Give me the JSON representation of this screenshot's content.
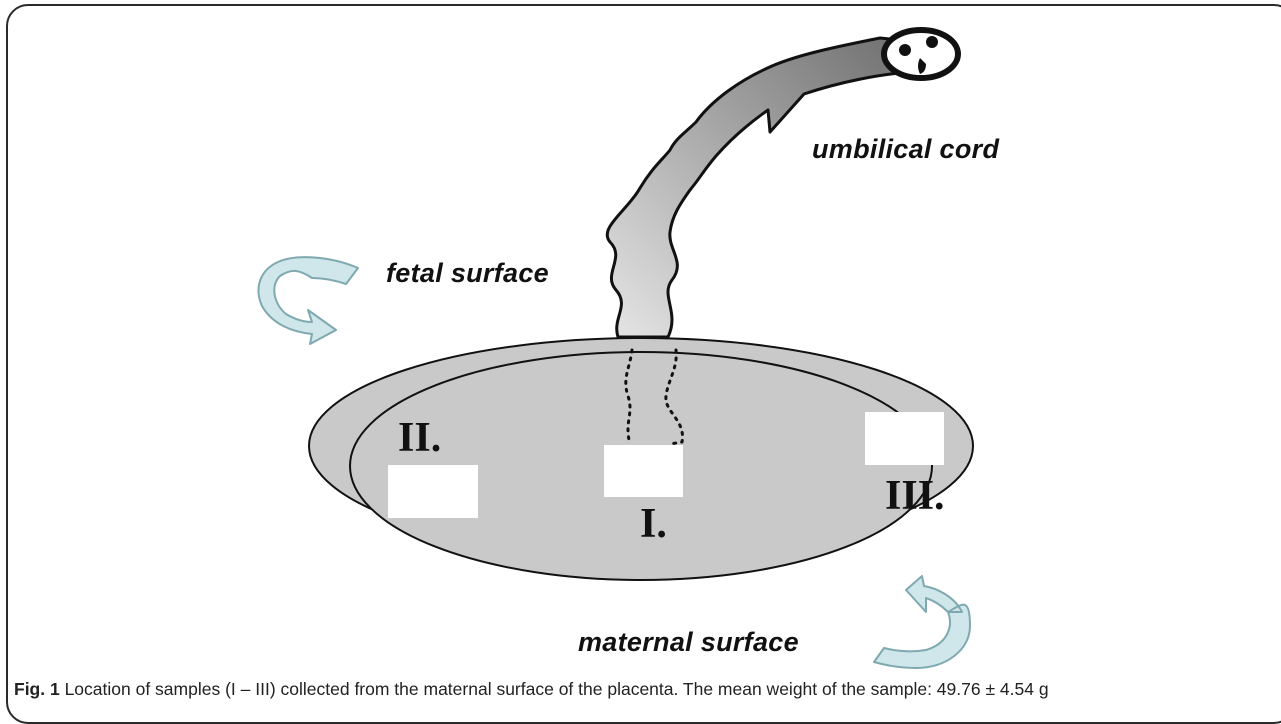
{
  "labels": {
    "umbilical_cord": "umbilical cord",
    "fetal_surface": "fetal surface",
    "maternal_surface": "maternal surface",
    "sample_1": "I.",
    "sample_2": "II.",
    "sample_3": "III."
  },
  "caption": {
    "figure_number": "Fig. 1",
    "text": "Location of samples (I – III) collected from the maternal surface of the placenta. The mean weight of the sample: 49.76 ± 4.54 g"
  },
  "colors": {
    "placenta_fill": "#c9c9c9",
    "arrow_fill": "#cfe6ea",
    "arrow_stroke": "#7fa9b0",
    "outline": "#111111",
    "sample_fill": "#ffffff"
  }
}
